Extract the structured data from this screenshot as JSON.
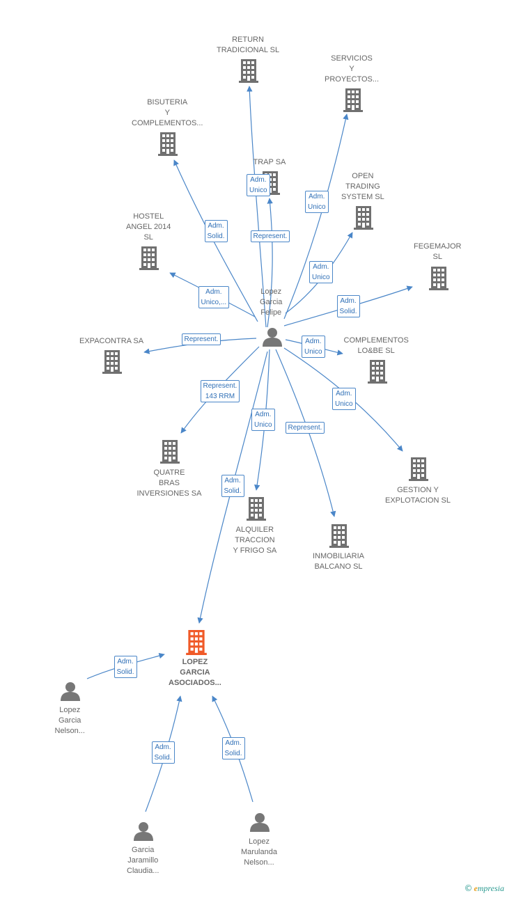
{
  "colors": {
    "edge": "#4a86c8",
    "building": "#707070",
    "building_main": "#f05a28",
    "person": "#777777",
    "badge_text": "#2f6fb6",
    "label": "#666666"
  },
  "center_person": {
    "name": "Lopez\nGarcia\nFelipe"
  },
  "main_company": {
    "name": "LOPEZ\nGARCIA\nASOCIADOS..."
  },
  "companies": [
    {
      "id": "return",
      "name": "RETURN\nTRADICIONAL SL"
    },
    {
      "id": "servicios",
      "name": "SERVICIOS\nY\nPROYECTOS..."
    },
    {
      "id": "bisuteria",
      "name": "BISUTERIA\nY\nCOMPLEMENTOS..."
    },
    {
      "id": "trap",
      "name": "TRAP SA"
    },
    {
      "id": "open",
      "name": "OPEN\nTRADING\nSYSTEM SL"
    },
    {
      "id": "hostel",
      "name": "HOSTEL\nANGEL 2014\nSL"
    },
    {
      "id": "fegemajor",
      "name": "FEGEMAJOR\nSL"
    },
    {
      "id": "expacontra",
      "name": "EXPACONTRA SA"
    },
    {
      "id": "complementos",
      "name": "COMPLEMENTOS\nLO&BE  SL"
    },
    {
      "id": "quatre",
      "name": "QUATRE\nBRAS\nINVERSIONES SA"
    },
    {
      "id": "gestion",
      "name": "GESTION Y\nEXPLOTACION SL"
    },
    {
      "id": "alquiler",
      "name": "ALQUILER\nTRACCION\nY FRIGO SA"
    },
    {
      "id": "inmobiliaria",
      "name": "INMOBILIARIA\nBALCANO SL"
    }
  ],
  "persons": [
    {
      "id": "nelson_g",
      "name": "Lopez\nGarcia\nNelson..."
    },
    {
      "id": "claudia",
      "name": "Garcia\nJaramillo\nClaudia..."
    },
    {
      "id": "nelson_m",
      "name": "Lopez\nMarulanda\nNelson..."
    }
  ],
  "relations": [
    {
      "id": "r_return",
      "label": "Adm.\nUnico"
    },
    {
      "id": "r_trap",
      "label": "Represent."
    },
    {
      "id": "r_servicios",
      "label": "Adm.\nUnico"
    },
    {
      "id": "r_bisuteria",
      "label": "Adm.\nSolid."
    },
    {
      "id": "r_open",
      "label": "Adm.\nUnico"
    },
    {
      "id": "r_hostel",
      "label": "Adm.\nUnico,..."
    },
    {
      "id": "r_fegemajor",
      "label": "Adm.\nSolid."
    },
    {
      "id": "r_expacontra",
      "label": "Represent."
    },
    {
      "id": "r_complementos",
      "label": "Adm.\nUnico"
    },
    {
      "id": "r_quatre",
      "label": "Represent.\n143 RRM"
    },
    {
      "id": "r_gestion",
      "label": "Adm.\nUnico"
    },
    {
      "id": "r_alquiler",
      "label": "Adm.\nUnico"
    },
    {
      "id": "r_inmobiliaria",
      "label": "Represent."
    },
    {
      "id": "r_main",
      "label": "Adm.\nSolid."
    },
    {
      "id": "r_nelson_g",
      "label": "Adm.\nSolid."
    },
    {
      "id": "r_claudia",
      "label": "Adm.\nSolid."
    },
    {
      "id": "r_nelson_m",
      "label": "Adm.\nSolid."
    }
  ],
  "brand": {
    "copyright": "©",
    "name": "mpresia",
    "initial": "e"
  }
}
